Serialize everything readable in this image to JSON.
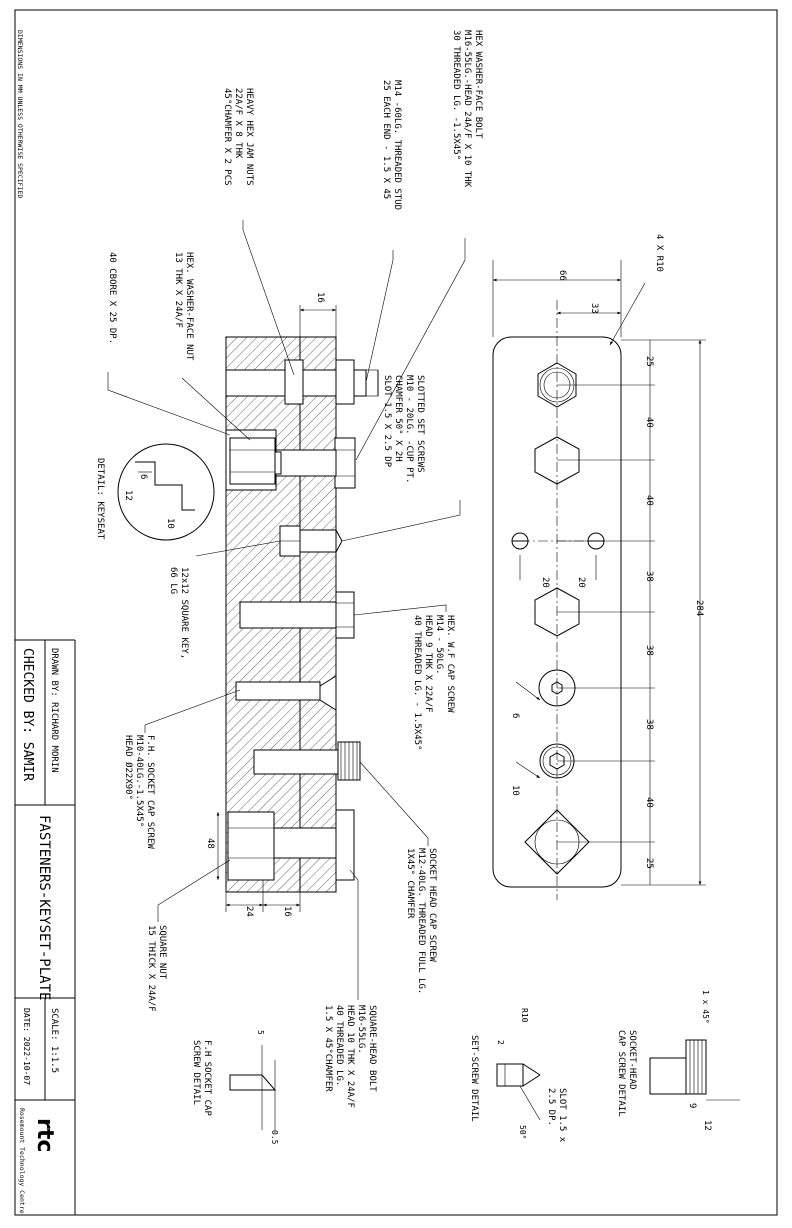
{
  "sheet_note": "DIMENSIONS IN MM UNLESS OTHERWISE SPECIFIED",
  "title_block": {
    "drawn_by": "DRAWN BY: RICHARD MORIN",
    "checked_by": "CHECKED BY: SAMIR",
    "title": "FASTENERS-KEYSET-PLATE",
    "scale": "SCALE: 1:1.5",
    "date": "DATE: 2022-10-07",
    "company": "Rosemount Technology Centre",
    "logo_text": "rtc"
  },
  "callouts": {
    "hex_bolt": [
      "HEX WASHER-FACE BOLT",
      "M16-55LG.-HEAD 24A/F X 10 THK",
      "30 THREADED LG. -1.5X45°"
    ],
    "stud": [
      "M14 -60LG. THREADED STUD",
      "25 EACH END - 1.5 X 45"
    ],
    "jam_nuts": [
      "HEAVY HEX JAM NUTS",
      "22A/F X 8 THK",
      "45°CHAMFER X 2 PCS"
    ],
    "wf_nut": [
      "HEX. WASHER-FACE NUT",
      "13 THK X 24A/F"
    ],
    "cbore": [
      "40 CBORE X 25 DP."
    ],
    "set_screws": [
      "SLOTTED SET SCREWS",
      "M10 - 20LG. -CUP PT.",
      "CHAMFER 50° X 2H",
      "SLOT 1.5 X 2.5 DP"
    ],
    "keyseat": [
      "DETAIL: KEYSEAT"
    ],
    "square_key": [
      "12x12 SQUARE KEY,",
      "66 LG"
    ],
    "wf_cap_screw": [
      "HEX. W.F CAP SCREW",
      "M14 - 50LG.",
      "HEAD 9 THK X 22A/F",
      "40 THREADED LG. - 1.5X45°"
    ],
    "fh_socket": [
      "F.H. SOCKET CAP SCREW",
      "M10-40LG.-1.5X45°",
      "HEAD Ø22X90°"
    ],
    "socket_head": [
      "SOCKET HEAD CAP SCREW",
      "M12-40LG. THREADED FULL LG.",
      "1X45° CHAMFER"
    ],
    "square_nut": [
      "SQUARE NUT",
      "15 THICK X 24A/F"
    ],
    "square_head_bolt": [
      "SQUARE-HEAD BOLT",
      "M16-55LG.",
      "HEAD 10 THK X 24A/F",
      "40 THREADED LG.",
      "1.5 X 45°CHAMFER"
    ],
    "fh_detail": [
      "F.H SOCKET CAP",
      "SCREW DETAIL"
    ],
    "set_screw_detail": [
      "SET-SCREW DETAIL"
    ],
    "shcs_detail": [
      "SOCKET-HEAD",
      "CAP SCREW DETAIL"
    ],
    "slot": [
      "SLOT 1.5 x",
      "2.5 DP."
    ]
  },
  "dims": {
    "plate_len": "284",
    "plate_w": "66",
    "half_w": "33",
    "corner_r": "4 X R10",
    "spacings": [
      "25",
      "40",
      "40",
      "38",
      "38",
      "38",
      "40",
      "25"
    ],
    "set_offset_a": "20",
    "set_offset_b": "20",
    "hex_6": "6",
    "hex_10": "10",
    "sec_16_top": "16",
    "sec_16_bot": "16",
    "sec_24": "24",
    "sec_48": "48",
    "key_6": "6",
    "key_12": "12",
    "key_10": "10",
    "chamfer_1x45": "1 x 45°",
    "shcs_9": "9",
    "shcs_12": "12",
    "r10": "R10",
    "ss_2": "2",
    "ss_50": "50°",
    "fh_5": "5",
    "fh_05": "0.5"
  }
}
